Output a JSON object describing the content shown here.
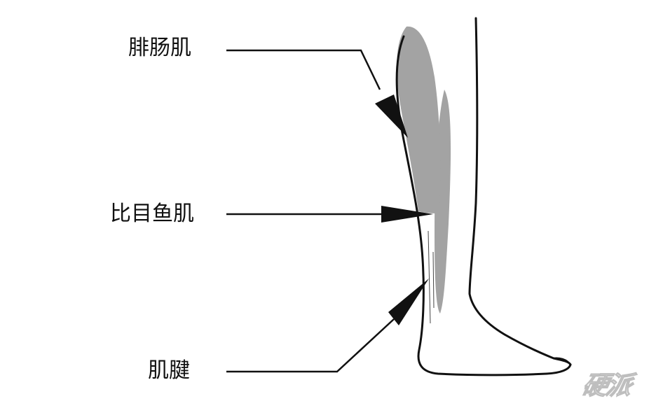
{
  "labels": {
    "gastrocnemius": "腓肠肌",
    "soleus": "比目鱼肌",
    "tendon": "肌腱"
  },
  "watermark": {
    "text": "硬派"
  },
  "colors": {
    "muscle_fill": "#a3a3a3",
    "outline": "#111111",
    "background": "#ffffff",
    "watermark_stroke": "#b8b8b8"
  }
}
